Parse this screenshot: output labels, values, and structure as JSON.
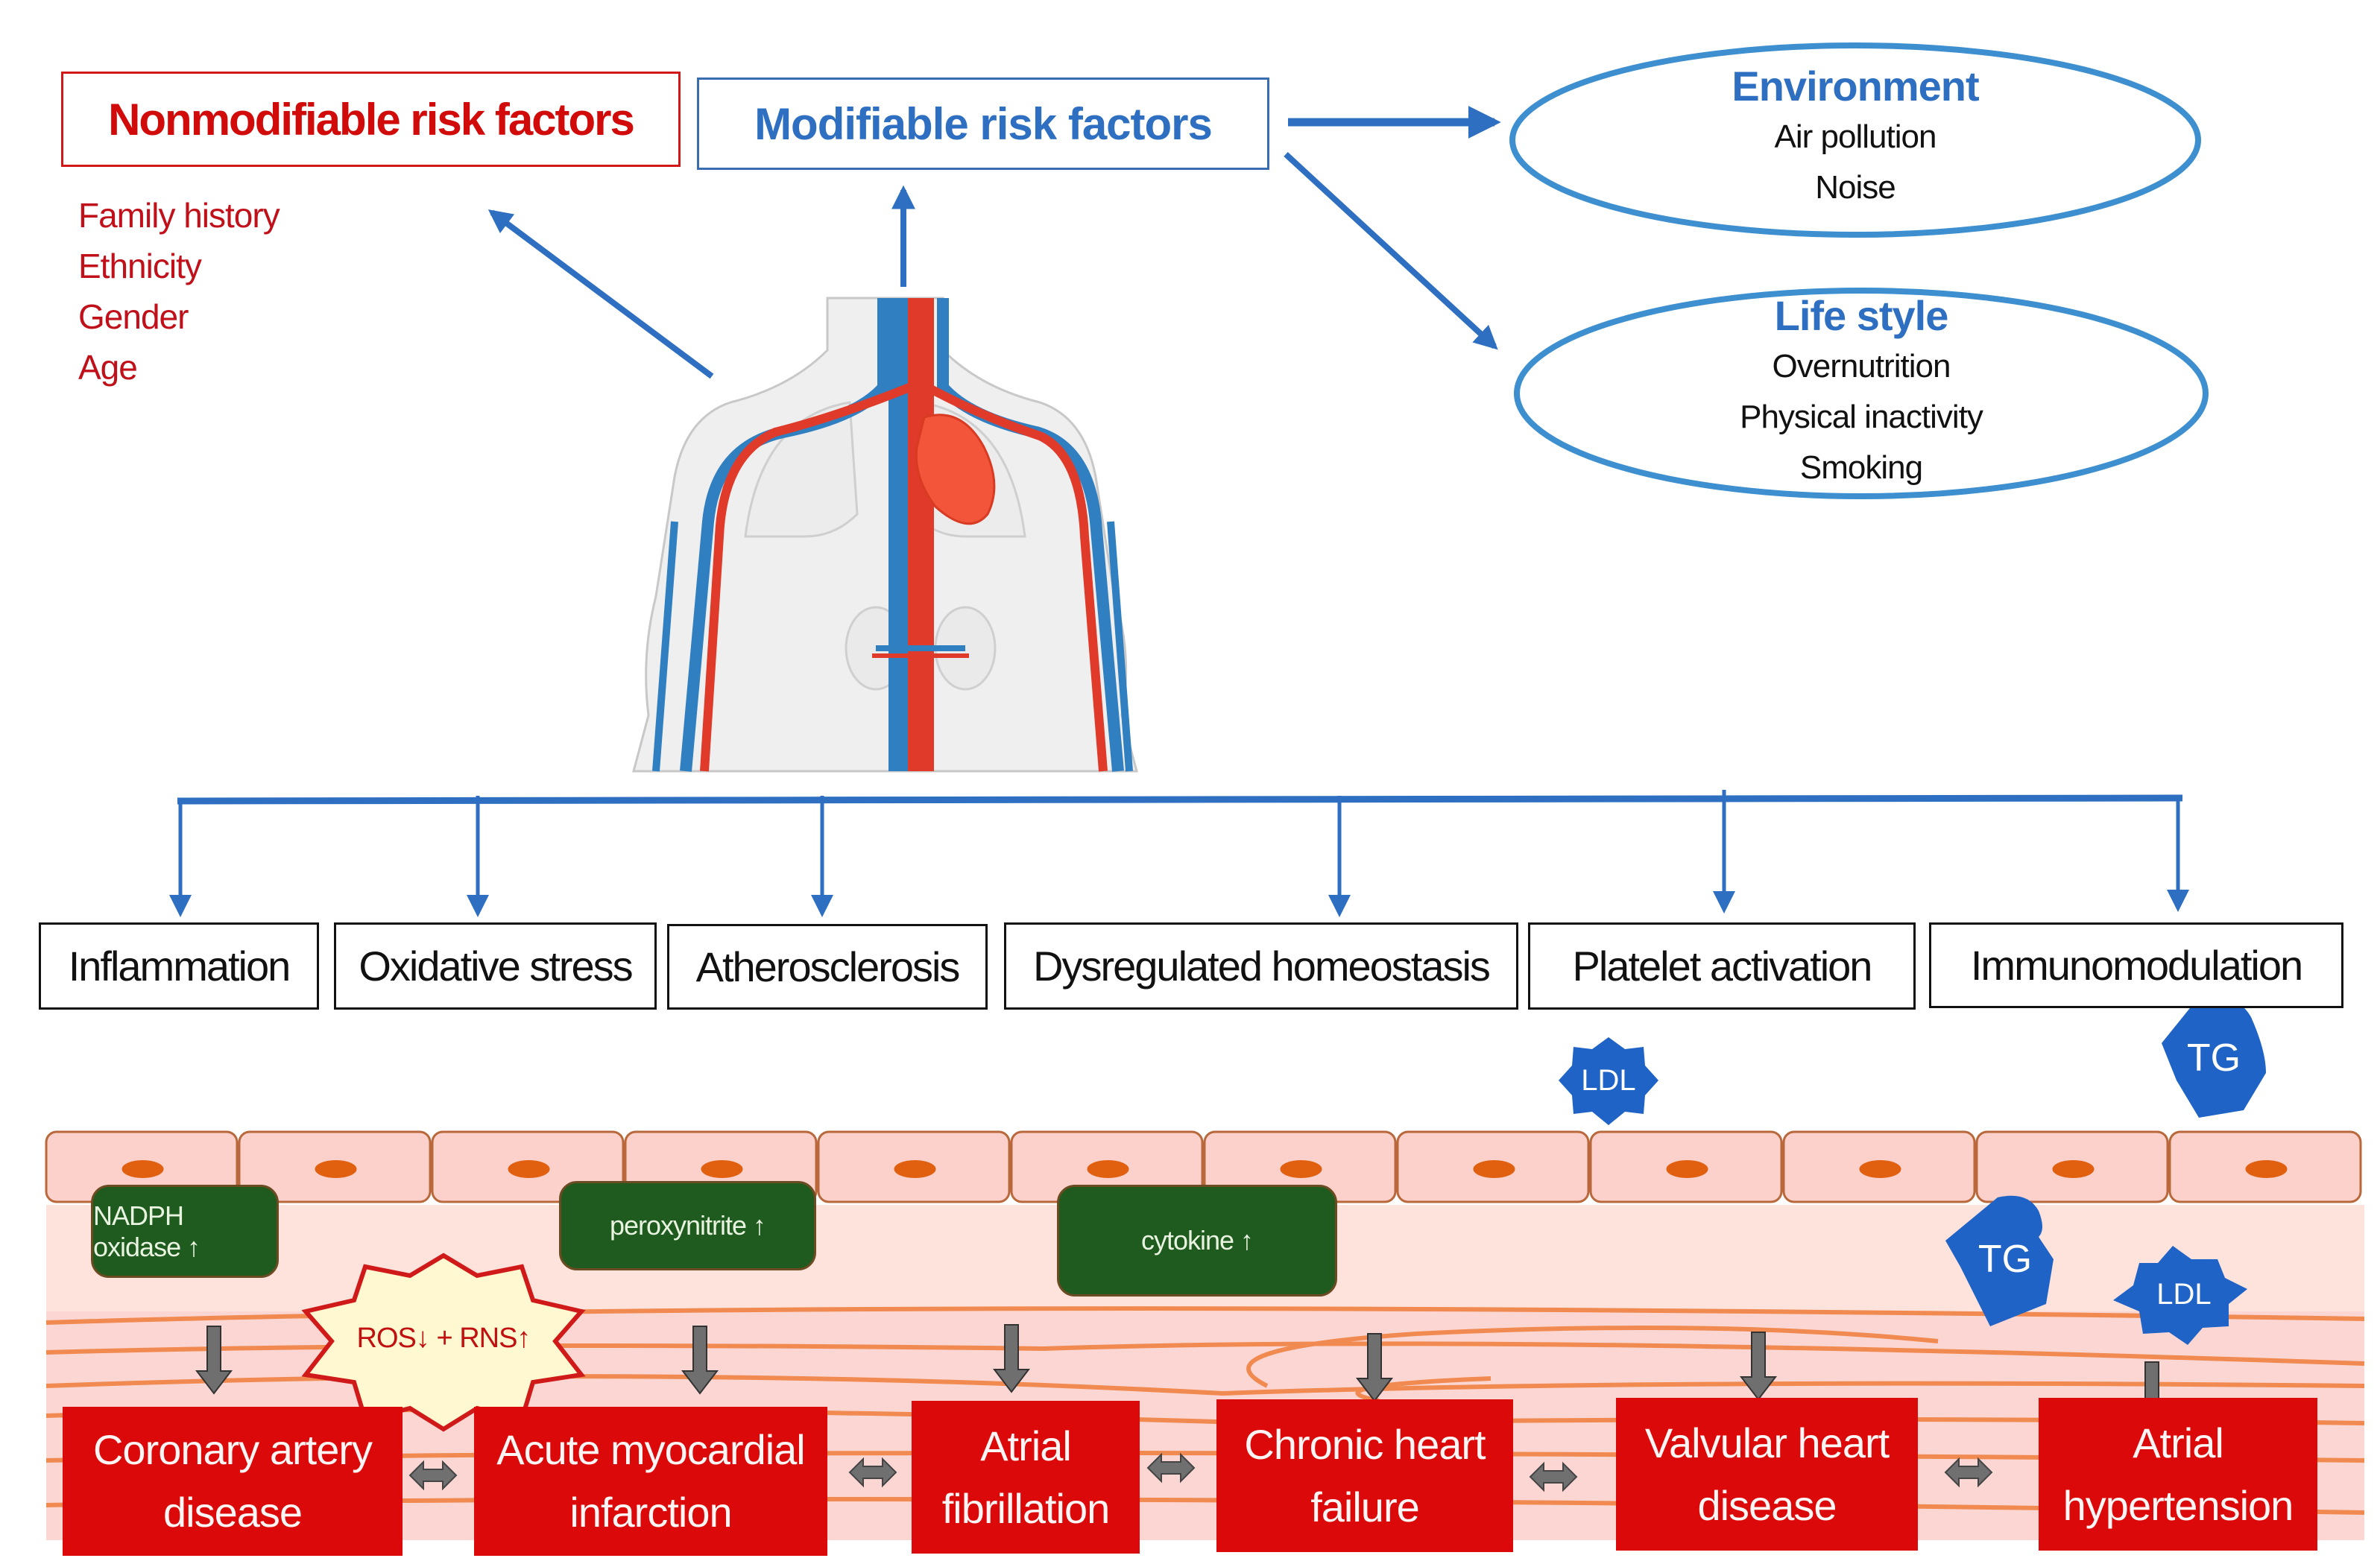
{
  "risk_factors": {
    "nonmodifiable": {
      "title": "Nonmodifiable risk factors",
      "items": [
        "Family history",
        "Ethnicity",
        "Gender",
        "Age"
      ]
    },
    "modifiable": {
      "title": "Modifiable risk factors"
    },
    "environment": {
      "title": "Environment",
      "items": [
        "Air pollution",
        "Noise"
      ]
    },
    "lifestyle": {
      "title": "Life style",
      "items": [
        "Overnutrition",
        "Physical inactivity",
        "Smoking"
      ]
    }
  },
  "mechanisms": [
    "Inflammation",
    "Oxidative stress",
    "Atherosclerosis",
    "Dysregulated homeostasis",
    "Platelet activation",
    "Immunomodulation"
  ],
  "mediators": {
    "nadph": "NADPH oxidase ↑",
    "peroxynitrite": "peroxynitrite ↑",
    "cytokine": "cytokine ↑",
    "ros_rns": "ROS↓ + RNS↑"
  },
  "lipids": {
    "ldl": "LDL",
    "tg": "TG"
  },
  "diseases": [
    {
      "line1": "Coronary artery",
      "line2": "disease"
    },
    {
      "line1": "Acute myocardial",
      "line2": "infarction"
    },
    {
      "line1": "Atrial",
      "line2": "fibrillation"
    },
    {
      "line1": "Chronic heart",
      "line2": "failure"
    },
    {
      "line1": "Valvular heart",
      "line2": "disease"
    },
    {
      "line1": "Atrial",
      "line2": "hypertension"
    }
  ],
  "colors": {
    "risk_red": "#d10a0a",
    "arrow_blue": "#2e6fc1",
    "mediator_green": "#1f5a1f",
    "disease_red": "#db0909",
    "lipid_blue": "#1f63c6",
    "tissue_pink": "#fcd6d3"
  }
}
